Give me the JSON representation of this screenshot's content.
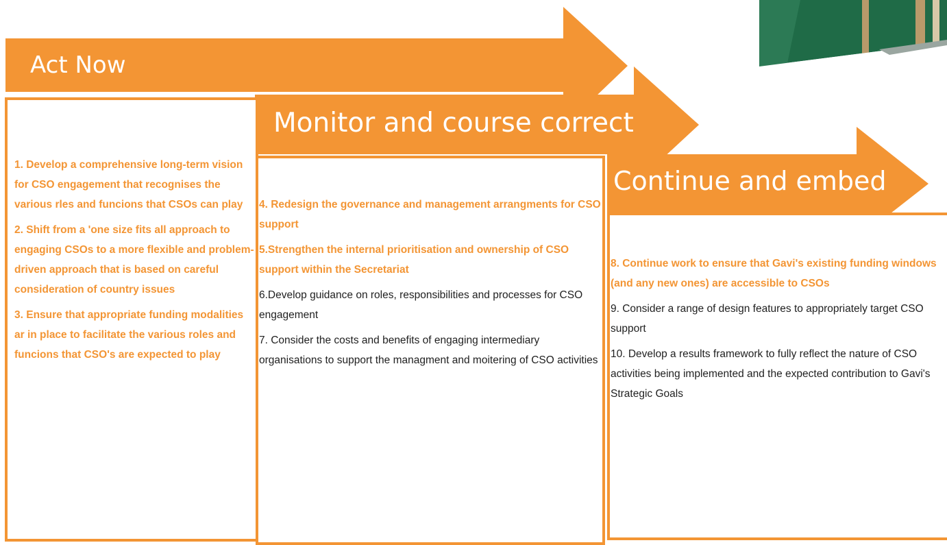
{
  "colors": {
    "accent": "#f39534",
    "text": "#1f1f1f",
    "background": "#ffffff"
  },
  "stages": [
    {
      "title": "Act Now",
      "items": [
        {
          "text": "1. Develop a comprehensive long-term vision for CSO engagement that recognises the various rles and funcions that CSOs can play",
          "highlight": true
        },
        {
          "text": "2. Shift from a 'one size fits all approach to engaging CSOs to a more flexible and problem-driven approach that is based on careful consideration of country issues",
          "highlight": true
        },
        {
          "text": "3.  Ensure that appropriate  funding modalities ar in place to facilitate the various roles and funcions that CSO's are expected to play",
          "highlight": true
        }
      ]
    },
    {
      "title": "Monitor and course correct",
      "items": [
        {
          "text": " 4. Redesign the governance and management arrangments for CSO support",
          "highlight": true
        },
        {
          "text": " 5.Strengthen the internal prioritisation and  ownership of CSO support within the Secretariat",
          "highlight": true
        },
        {
          "text": " 6.Develop guidance on roles, responsibilities and processes for CSO engagement",
          "highlight": false
        },
        {
          "text": " 7. Consider the costs and benefits of engaging intermediary organisations to support the managment and moitering of CSO activities",
          "highlight": false
        }
      ]
    },
    {
      "title": "Continue and embed",
      "items": [
        {
          "text": " 8. Continue work to ensure that Gavi's  existing funding windows (and any new ones) are accessible to CSOs",
          "highlight": true
        },
        {
          "text": " 9. Consider  a range of design features to appropriately target CSO support",
          "highlight": false
        },
        {
          "text": " 10. Develop a results framework to fully reflect the nature of CSO activities being implemented and the expected contribution to Gavi's Strategic Goals",
          "highlight": false
        }
      ]
    }
  ]
}
